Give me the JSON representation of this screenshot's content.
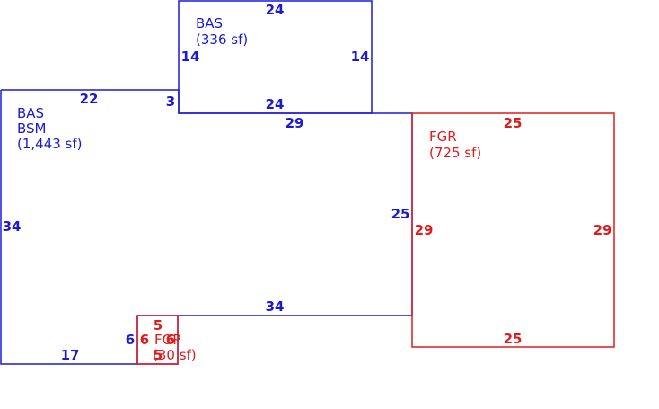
{
  "colors": {
    "living_area": "#1a1ad6",
    "garage_porch": "#e01b1b",
    "background": "#ffffff"
  },
  "areas": {
    "upper_bas": {
      "code": "BAS",
      "area": "(336 sf)",
      "dims": {
        "top": "24",
        "bottom": "24",
        "left": "14",
        "right": "14"
      }
    },
    "main": {
      "code_1": "BAS",
      "code_2": "BSM",
      "area": "(1,443 sf)",
      "dims": {
        "top_left": "22",
        "step": "3",
        "top_mid": "29",
        "left": "34",
        "right": "25",
        "bottom_right": "34",
        "bottom_left": "17",
        "notch": "6"
      }
    },
    "garage": {
      "code": "FGR",
      "area": "(725 sf)",
      "dims": {
        "top": "25",
        "bottom": "25",
        "left": "29",
        "right": "29"
      }
    },
    "porch": {
      "code": "FOP",
      "area": "(30 sf)",
      "dims": {
        "top": "5",
        "bottom": "5",
        "left": "6",
        "right": "6"
      }
    }
  }
}
